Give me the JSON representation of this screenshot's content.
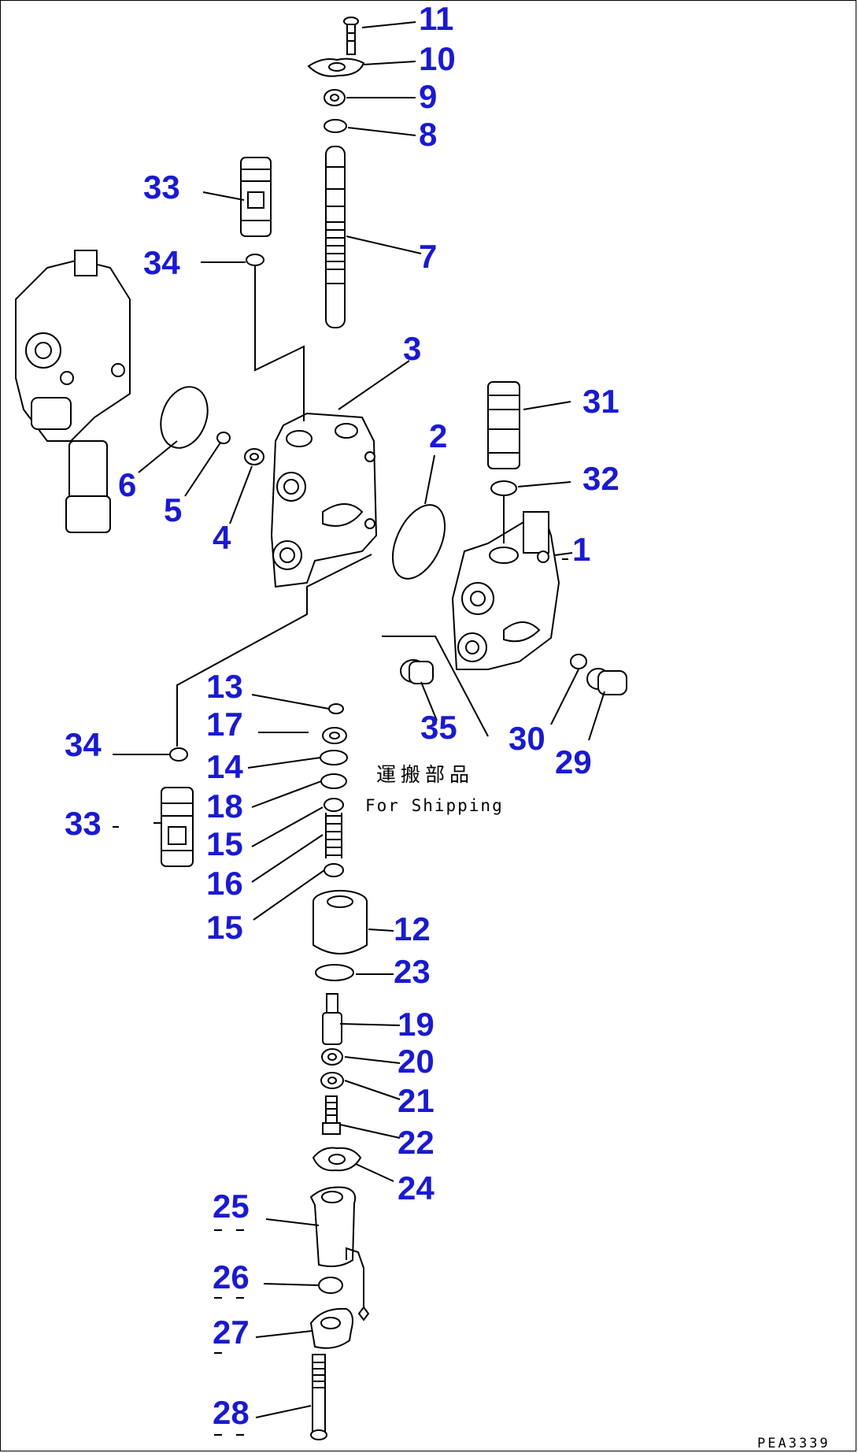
{
  "labels": {
    "n1": "1",
    "n2": "2",
    "n3": "3",
    "n4": "4",
    "n5": "5",
    "n6": "6",
    "n7": "7",
    "n8": "8",
    "n9": "9",
    "n10": "10",
    "n11": "11",
    "n12": "12",
    "n13": "13",
    "n14": "14",
    "n15a": "15",
    "n15b": "15",
    "n16": "16",
    "n17": "17",
    "n18": "18",
    "n19": "19",
    "n20": "20",
    "n21": "21",
    "n22": "22",
    "n23": "23",
    "n24": "24",
    "n25": "25",
    "n26": "26",
    "n27": "27",
    "n28": "28",
    "n29": "29",
    "n30": "30",
    "n31": "31",
    "n32": "32",
    "n33a": "33",
    "n33b": "33",
    "n34a": "34",
    "n34b": "34",
    "n35": "35"
  },
  "shipping_note": {
    "jp": "運搬部品",
    "en": "For Shipping"
  },
  "drawing_code": "PEA3339"
}
